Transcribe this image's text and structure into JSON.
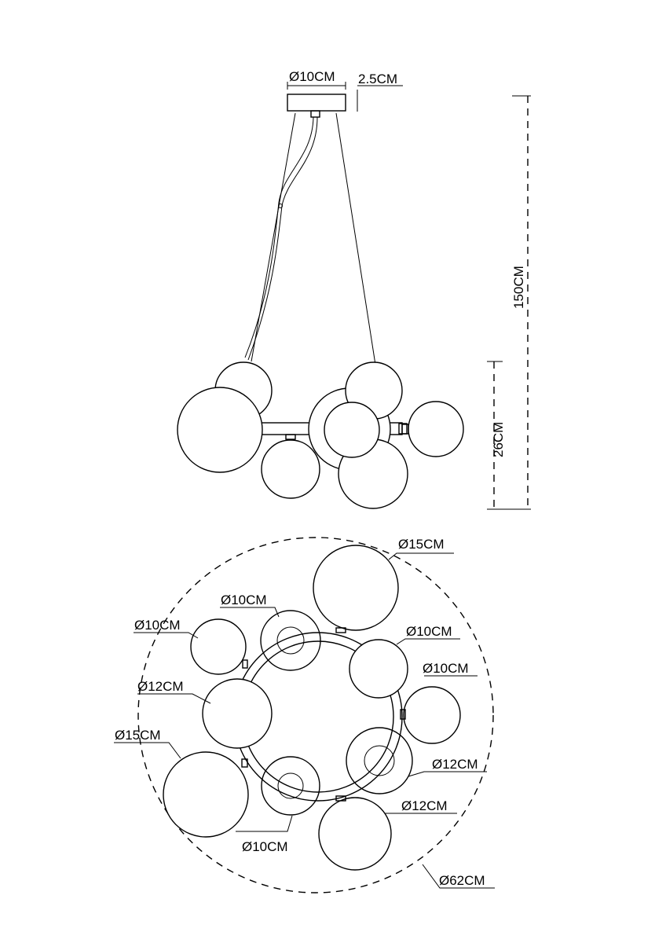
{
  "side_view": {
    "canopy_diameter": "Ø10CM",
    "canopy_height": "2.5CM",
    "total_height": "150CM",
    "body_height": "26CM"
  },
  "top_view": {
    "labels": {
      "globe_top_large": "Ø15CM",
      "globe_upper_mid": "Ø10CM",
      "globe_upper_left": "Ø10CM",
      "globe_right_upper": "Ø10CM",
      "globe_right": "Ø10CM",
      "globe_left_mid": "Ø12CM",
      "globe_left_large": "Ø15CM",
      "globe_right_lower": "Ø12CM",
      "globe_bottom_right": "Ø12CM",
      "globe_bottom": "Ø10CM",
      "overall_diameter": "Ø62CM"
    }
  }
}
